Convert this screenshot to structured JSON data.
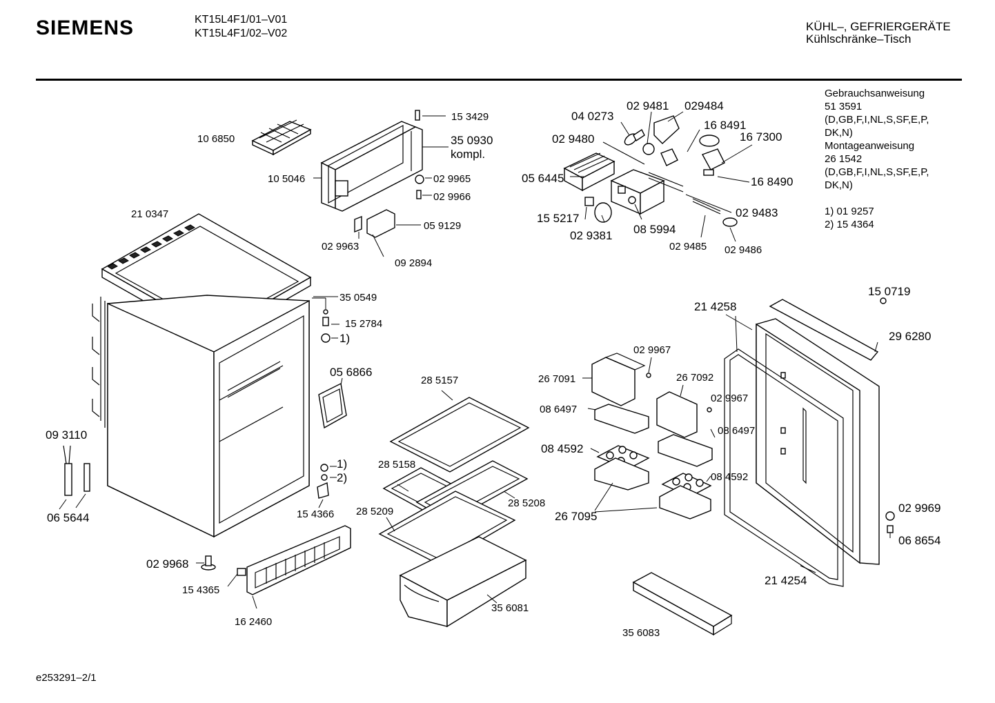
{
  "header": {
    "brand": "SIEMENS",
    "model_line_1": "KT15L4F1/01–V01",
    "model_line_2": "KT15L4F1/02–V02",
    "category_line_1": "KÜHL–, GEFRIERGERÄTE",
    "category_line_2": "Kühlschränke–Tisch"
  },
  "notes": [
    "Gebrauchsanweisung",
    "51 3591",
    "(D,GB,F,I,NL,S,SF,E,P,",
    "DK,N)",
    "Montageanweisung",
    "26 1542",
    "(D,GB,F,I,NL,S,SF,E,P,",
    "DK,N)",
    "",
    "1)  01 9257",
    "2)  15 4364"
  ],
  "footer": "e253291–2/1",
  "parts": {
    "p153429": "15 3429",
    "p106850": "10 6850",
    "p350930": "35 0930",
    "kompl": "kompl.",
    "p105046": "10 5046",
    "p029965": "02 9965",
    "p029966": "02 9966",
    "p210347": "21 0347",
    "p059129": "05 9129",
    "p029963": "02 9963",
    "p092894": "09 2894",
    "p040273": "04 0273",
    "p029481": "02 9481",
    "p029484": "029484",
    "p168491": "16 8491",
    "p167300": "16 7300",
    "p029480": "02 9480",
    "p056445": "05 6445",
    "p168490": "16 8490",
    "p155217": "15 5217",
    "p029483": "02 9483",
    "p029381": "02 9381",
    "p085994": "08 5994",
    "p029485": "02 9485",
    "p029486": "02 9486",
    "p350549": "35 0549",
    "p152784": "15 2784",
    "note1a": "1)",
    "p150719": "15 0719",
    "p214258": "21 4258",
    "p296280": "29 6280",
    "p056866": "05 6866",
    "p285157": "28 5157",
    "p029967a": "02 9967",
    "p267091": "26 7091",
    "p267092": "26 7092",
    "p029967b": "02 9967",
    "p086497a": "08 6497",
    "p086497b": "08 6497",
    "p093110": "09 3110",
    "note1b": "1)",
    "note2": "2)",
    "p285158": "28 5158",
    "p084592a": "08 4592",
    "p084592b": "08 4592",
    "p285208": "28 5208",
    "p154366": "15 4366",
    "p065644": "06 5644",
    "p285209": "28 5209",
    "p267095": "26 7095",
    "p029969": "02 9969",
    "p068654": "06 8654",
    "p029968": "02 9968",
    "p214254": "21 4254",
    "p154365": "15 4365",
    "p356081": "35 6081",
    "p162460": "16 2460",
    "p356083": "35 6083"
  }
}
